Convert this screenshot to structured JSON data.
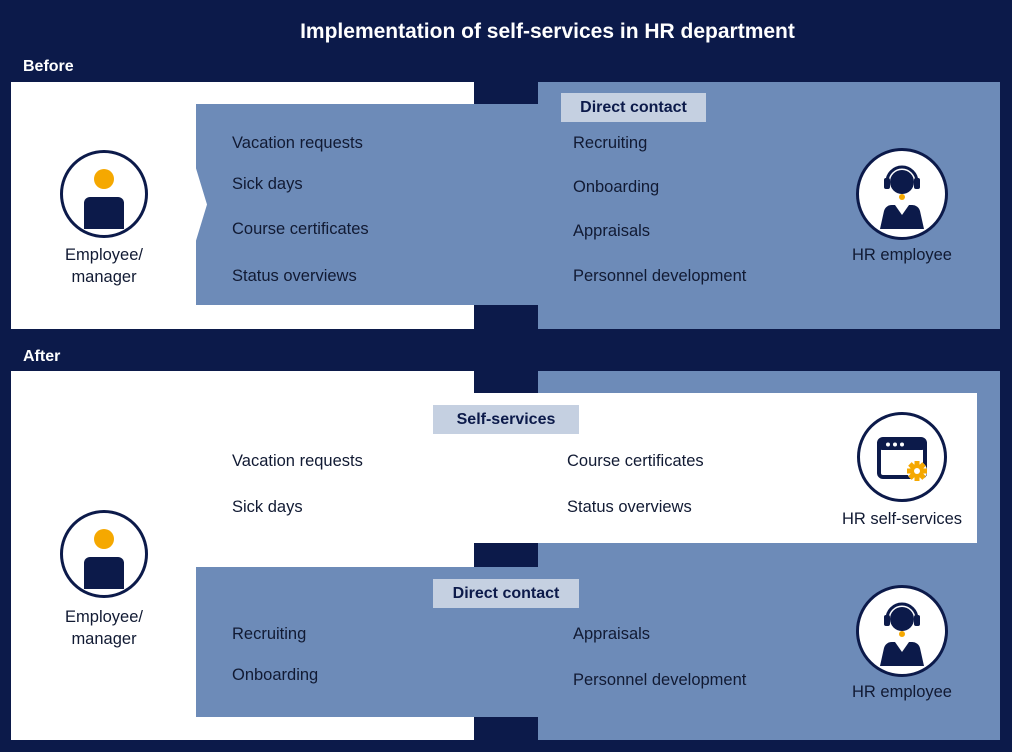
{
  "title": "Implementation of self-services in HR department",
  "before": {
    "label": "Before",
    "employee_label": "Employee/\nmanager",
    "direct_contact_tag": "Direct contact",
    "left_items": [
      "Vacation requests",
      "Sick days",
      "Course certificates",
      "Status overviews"
    ],
    "right_items": [
      "Recruiting",
      "Onboarding",
      "Appraisals",
      "Personnel development"
    ],
    "hr_label": "HR employee"
  },
  "after": {
    "label": "After",
    "employee_label": "Employee/\nmanager",
    "self_services_tag": "Self-services",
    "self_left_items": [
      "Vacation requests",
      "Sick days"
    ],
    "self_right_items": [
      "Course certificates",
      "Status overviews"
    ],
    "self_services_label": "HR self-services",
    "direct_contact_tag": "Direct contact",
    "direct_left_items": [
      "Recruiting",
      "Onboarding"
    ],
    "direct_right_items": [
      "Appraisals",
      "Personnel development"
    ],
    "hr_label": "HR employee"
  },
  "colors": {
    "background": "#0c1a4a",
    "panel_blue": "#6d8bb8",
    "tag_bg": "#c5d0e1",
    "accent_orange": "#f5a800",
    "white": "#ffffff"
  },
  "icons": {
    "person": "person-icon",
    "headset_agent": "headset-agent-icon",
    "self_service_window": "browser-gear-icon"
  }
}
